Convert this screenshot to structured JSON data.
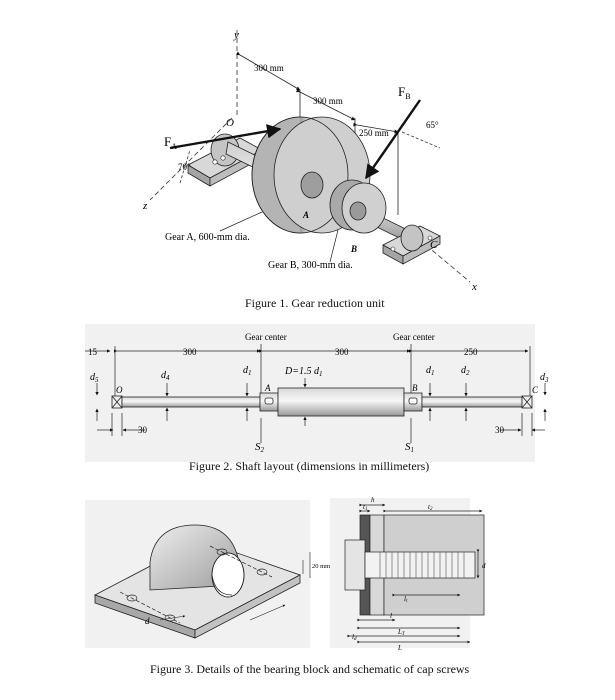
{
  "figure1": {
    "caption": "Figure 1. Gear reduction unit",
    "dims": {
      "d1": "300 mm",
      "d2": "300 mm",
      "d3": "250 mm"
    },
    "axes": {
      "x": "x",
      "y": "y",
      "z": "z"
    },
    "points": {
      "O": "O",
      "A": "A",
      "B": "B",
      "C": "C"
    },
    "forces": {
      "FA": "F",
      "FA_sub": "A",
      "FB": "F",
      "FB_sub": "B"
    },
    "angles": {
      "a70": "70°",
      "a65": "65°"
    },
    "labels": {
      "gearA": "Gear A, 600-mm dia.",
      "gearB": "Gear B, 300-mm dia."
    }
  },
  "figure2": {
    "caption": "Figure 2. Shaft layout (dimensions in millimeters)",
    "gear_center_left": "Gear center",
    "gear_center_right": "Gear center",
    "dims": {
      "d15": "15",
      "d300a": "300",
      "d300b": "300",
      "d250": "250",
      "d30a": "30",
      "d30b": "30"
    },
    "diam_labels": {
      "d5": "d",
      "d5s": "5",
      "d4": "d",
      "d4s": "4",
      "d1a": "d",
      "d1as": "1",
      "D": "D=1.5 d",
      "Ds": "1",
      "d1b": "d",
      "d1bs": "1",
      "d2": "d",
      "d2s": "2",
      "d3": "d",
      "d3s": "3"
    },
    "points": {
      "O": "O",
      "A": "A",
      "B": "B",
      "C": "C"
    },
    "sections": {
      "S2": "S",
      "S2s": "2",
      "S1": "S",
      "S1s": "1"
    }
  },
  "figure3": {
    "caption": "Figure 3. Details of the bearing block and schematic of cap screws",
    "dim20": "20 mm",
    "d_label": "d",
    "screw_labels": {
      "h": "h",
      "t1": "t",
      "t1s": "1",
      "t2": "t",
      "t2s": "2",
      "d": "d",
      "lt": "l",
      "lts": "t",
      "l": "l",
      "ld": "l",
      "lds": "d",
      "LT": "L",
      "LTs": "T",
      "L": "L"
    }
  }
}
